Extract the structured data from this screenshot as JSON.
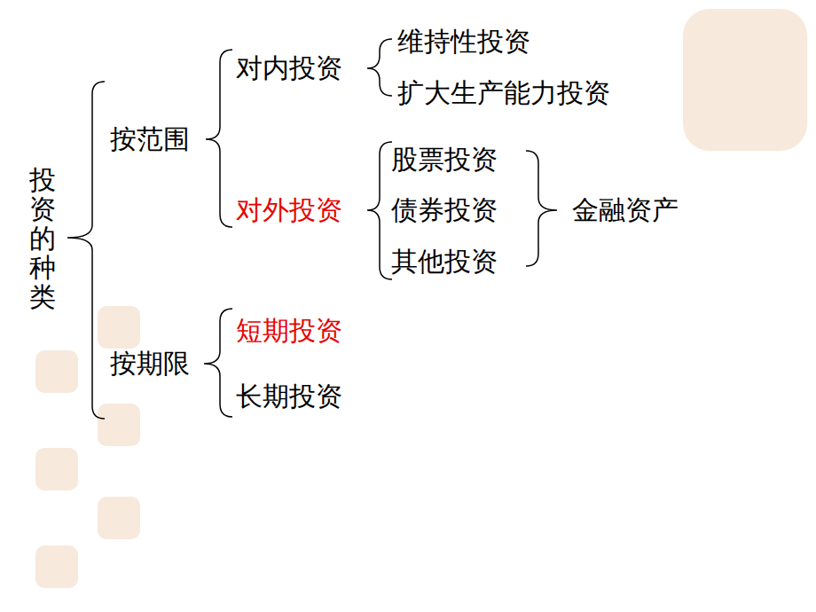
{
  "diagram": {
    "labels": [
      "投资的种类",
      "按范围",
      "对内投资",
      "维持性投资",
      "扩大生产能力投资",
      "对外投资",
      "股票投资",
      "债券投资",
      "其他投资",
      "金融资产",
      "按期限",
      "短期投资",
      "长期投资"
    ]
  }
}
